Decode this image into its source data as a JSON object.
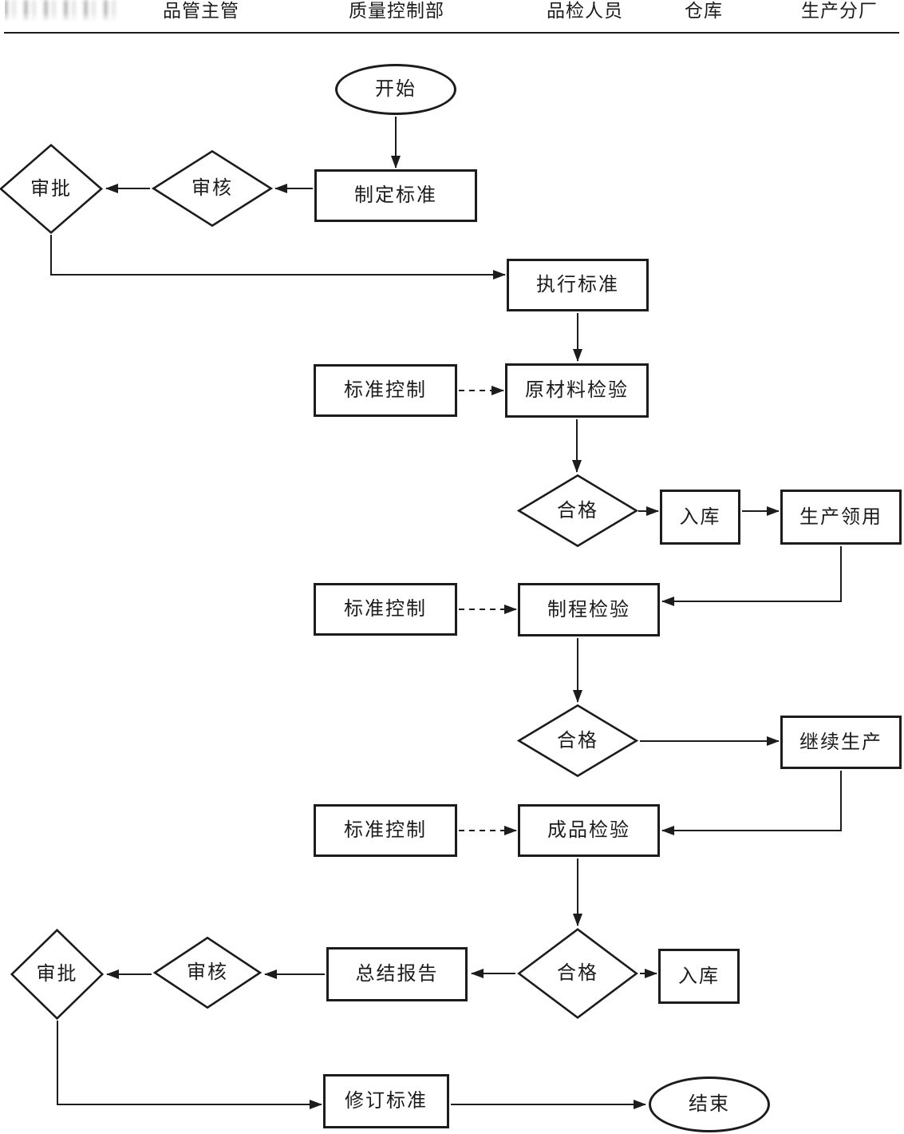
{
  "header": {
    "lanes": [
      {
        "id": "lane-illegible",
        "label": "",
        "illegible": true
      },
      {
        "id": "lane-quality-supervisor",
        "label": "品管主管"
      },
      {
        "id": "lane-quality-control-dept",
        "label": "质量控制部"
      },
      {
        "id": "lane-inspection-staff",
        "label": "品检人员"
      },
      {
        "id": "lane-warehouse",
        "label": "仓库"
      },
      {
        "id": "lane-production-branch",
        "label": "生产分厂"
      }
    ]
  },
  "nodes": {
    "start": {
      "label": "开始",
      "type": "ellipse"
    },
    "make_standard": {
      "label": "制定标准",
      "type": "process"
    },
    "review_top": {
      "label": "审核",
      "type": "decision"
    },
    "approve_top": {
      "label": "审批",
      "type": "decision"
    },
    "execute_standard": {
      "label": "执行标准",
      "type": "process"
    },
    "std_control_1": {
      "label": "标准控制",
      "type": "process"
    },
    "raw_material_inspection": {
      "label": "原材料检验",
      "type": "process"
    },
    "qualified_1": {
      "label": "合格",
      "type": "decision"
    },
    "warehouse_in_1": {
      "label": "入库",
      "type": "process"
    },
    "production_use": {
      "label": "生产领用",
      "type": "process"
    },
    "std_control_2": {
      "label": "标准控制",
      "type": "process"
    },
    "process_inspection": {
      "label": "制程检验",
      "type": "process"
    },
    "qualified_2": {
      "label": "合格",
      "type": "decision"
    },
    "continue_production": {
      "label": "继续生产",
      "type": "process"
    },
    "std_control_3": {
      "label": "标准控制",
      "type": "process"
    },
    "finished_inspection": {
      "label": "成品检验",
      "type": "process"
    },
    "qualified_3": {
      "label": "合格",
      "type": "decision"
    },
    "warehouse_in_2": {
      "label": "入库",
      "type": "process"
    },
    "summary_report": {
      "label": "总结报告",
      "type": "process"
    },
    "review_bottom": {
      "label": "审核",
      "type": "decision"
    },
    "approve_bottom": {
      "label": "审批",
      "type": "decision"
    },
    "revise_standard": {
      "label": "修订标准",
      "type": "process"
    },
    "end": {
      "label": "结束",
      "type": "ellipse"
    }
  },
  "edges": [
    {
      "from": "start",
      "to": "make_standard",
      "style": "solid"
    },
    {
      "from": "make_standard",
      "to": "review_top",
      "style": "solid"
    },
    {
      "from": "review_top",
      "to": "approve_top",
      "style": "solid"
    },
    {
      "from": "approve_top",
      "to": "execute_standard",
      "style": "solid"
    },
    {
      "from": "execute_standard",
      "to": "raw_material_inspection",
      "style": "solid"
    },
    {
      "from": "std_control_1",
      "to": "raw_material_inspection",
      "style": "dashed"
    },
    {
      "from": "raw_material_inspection",
      "to": "qualified_1",
      "style": "solid"
    },
    {
      "from": "qualified_1",
      "to": "warehouse_in_1",
      "style": "solid"
    },
    {
      "from": "warehouse_in_1",
      "to": "production_use",
      "style": "solid"
    },
    {
      "from": "production_use",
      "to": "process_inspection",
      "style": "solid"
    },
    {
      "from": "std_control_2",
      "to": "process_inspection",
      "style": "dashed"
    },
    {
      "from": "process_inspection",
      "to": "qualified_2",
      "style": "solid"
    },
    {
      "from": "qualified_2",
      "to": "continue_production",
      "style": "solid"
    },
    {
      "from": "continue_production",
      "to": "finished_inspection",
      "style": "solid"
    },
    {
      "from": "std_control_3",
      "to": "finished_inspection",
      "style": "dashed"
    },
    {
      "from": "finished_inspection",
      "to": "qualified_3",
      "style": "solid"
    },
    {
      "from": "qualified_3",
      "to": "warehouse_in_2",
      "style": "solid"
    },
    {
      "from": "qualified_3",
      "to": "summary_report",
      "style": "solid"
    },
    {
      "from": "summary_report",
      "to": "review_bottom",
      "style": "solid"
    },
    {
      "from": "review_bottom",
      "to": "approve_bottom",
      "style": "solid"
    },
    {
      "from": "approve_bottom",
      "to": "revise_standard",
      "style": "solid"
    },
    {
      "from": "revise_standard",
      "to": "end",
      "style": "solid"
    }
  ],
  "colors": {
    "ink": "#1c1c1c",
    "background": "#ffffff"
  }
}
